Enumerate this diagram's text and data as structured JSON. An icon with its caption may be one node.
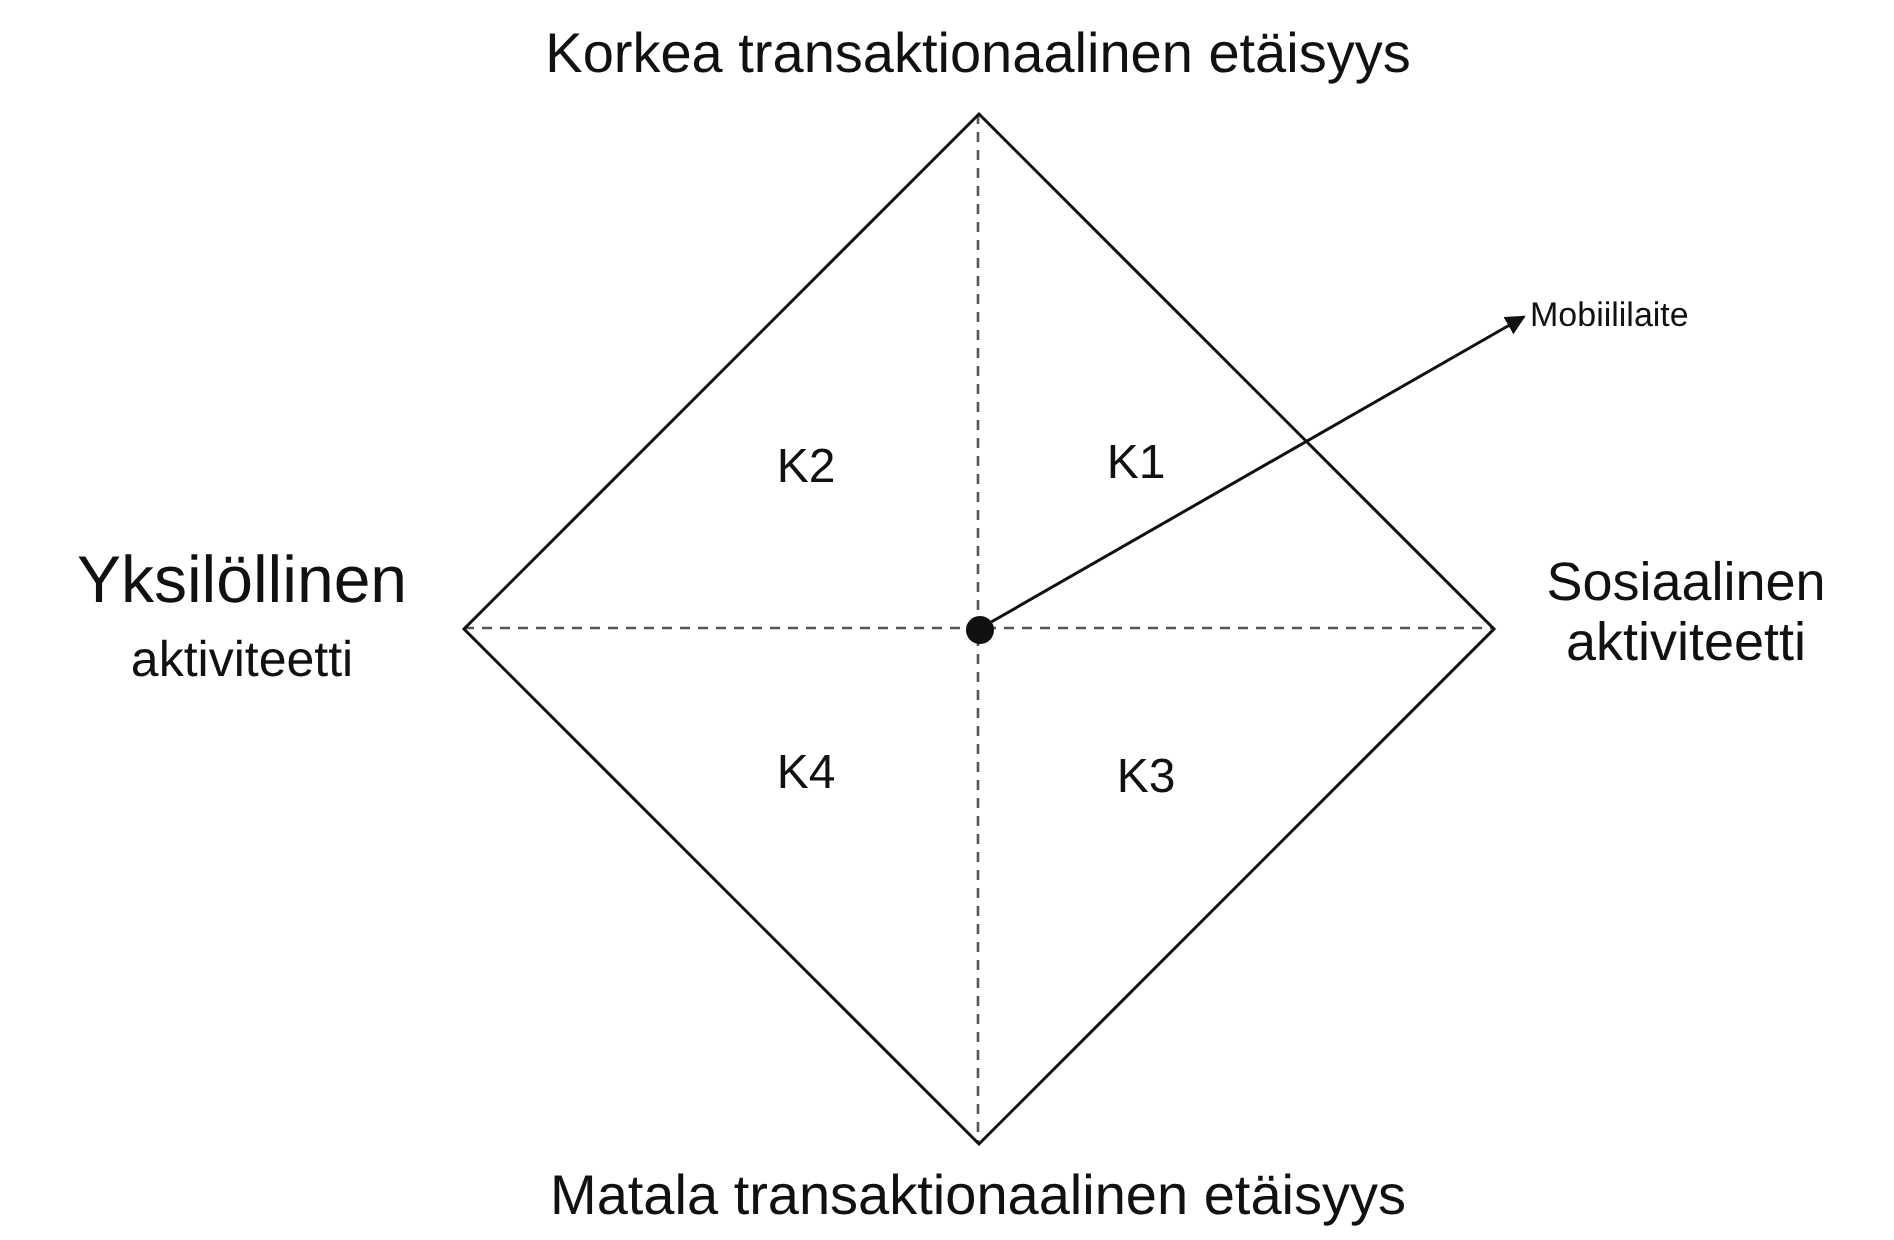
{
  "diagram": {
    "nodes": [
      {
        "text": [
          "K2",
          "K1",
          "K4",
          "K3"
        ]
      },
      {
        "text": [],
        "shape": "circle",
        "in": 0
      },
      {
        "text": [
          "Mobiililaite"
        ]
      }
    ],
    "edges": [
      {
        "from": 1,
        "to": 2,
        "arrow": "to"
      }
    ],
    "labels": [
      "Korkea transaktionaalinen etäisyys",
      "Yksilöllinen",
      "aktiviteetti",
      "Sosiaalinen aktiviteetti",
      "Matala transaktionaalinen etäisyys"
    ]
  }
}
